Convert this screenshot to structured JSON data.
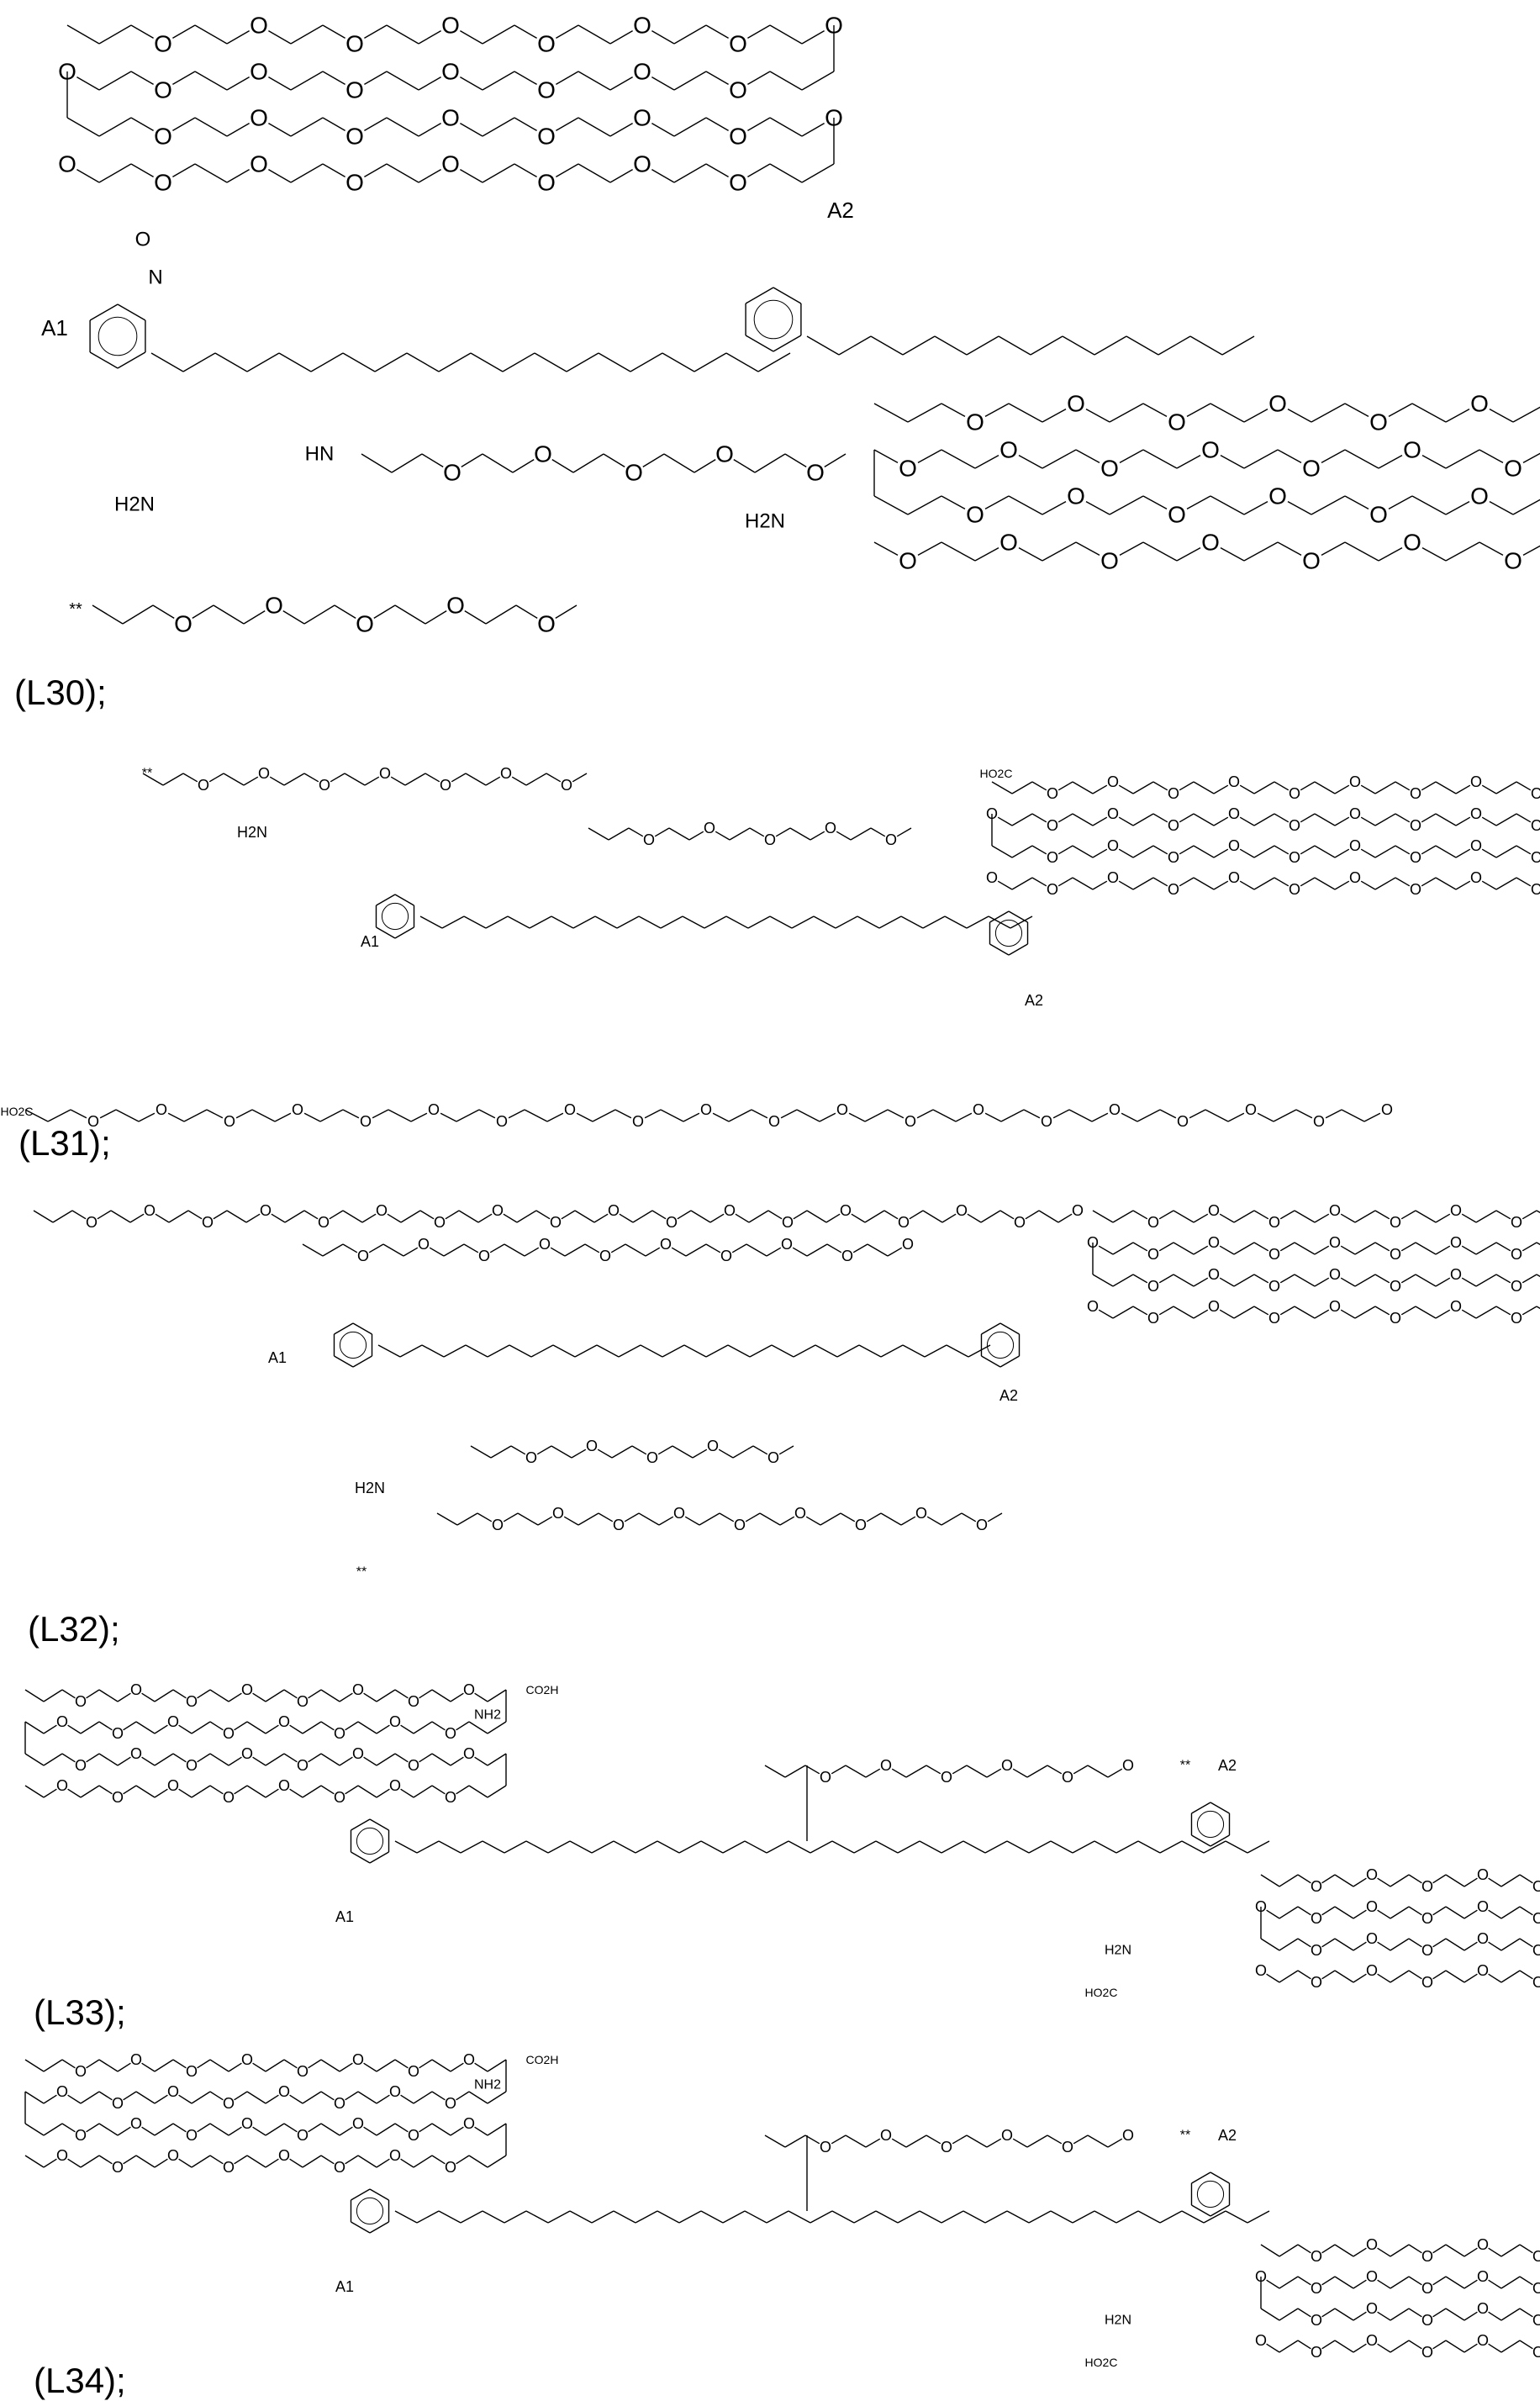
{
  "compounds": [
    {
      "id": "L30",
      "caption": "(L30);",
      "atoms": [
        "A1",
        "A2",
        "H2N",
        "H2N",
        "**",
        "O",
        "N",
        "HN"
      ]
    },
    {
      "id": "L31",
      "caption": "(L31);",
      "atoms": [
        "A1",
        "A2",
        "H2N",
        "HO2C",
        "HO2C",
        "**"
      ]
    },
    {
      "id": "L32",
      "caption": "(L32);",
      "atoms": [
        "A1",
        "A2",
        "H2N",
        "**"
      ]
    },
    {
      "id": "L33",
      "caption": "(L33);",
      "atoms": [
        "A1",
        "A2",
        "NH2",
        "H2N",
        "CO2H",
        "HO2C",
        "**"
      ]
    },
    {
      "id": "L34",
      "caption": "(L34);",
      "atoms": [
        "A1",
        "A2",
        "NH2",
        "H2N",
        "CO2H",
        "HO2C",
        "**"
      ]
    }
  ]
}
